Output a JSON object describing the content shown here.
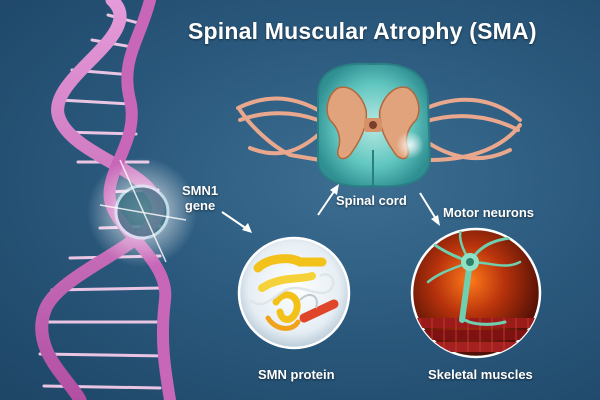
{
  "title": "Spinal Muscular Atrophy (SMA)",
  "labels": {
    "gene_line1": "SMN1",
    "gene_line2": "gene",
    "spinal_cord": "Spinal cord",
    "motor_neurons": "Motor neurons",
    "smn_protein": "SMN protein",
    "skeletal_muscles": "Skeletal muscles"
  },
  "colors": {
    "background": "#2b5a7e",
    "dna_strand": "#d77fc4",
    "dna_base": "#ffd6f2",
    "gene_glow": "#ffffff",
    "cord_grey": "#e0a37c",
    "cord_white": "#59c7c2",
    "nerve": "#e9a88d",
    "protein_yellow": "#f2c21b",
    "protein_red": "#e0452a",
    "neuron": "#6fd0b0",
    "muscle_red": "#9b1a1a"
  },
  "icons": [
    "dna-helix",
    "spinal-cord-cross-section",
    "smn-protein-ribbon",
    "motor-neuron",
    "muscle-fibers",
    "arrow"
  ]
}
